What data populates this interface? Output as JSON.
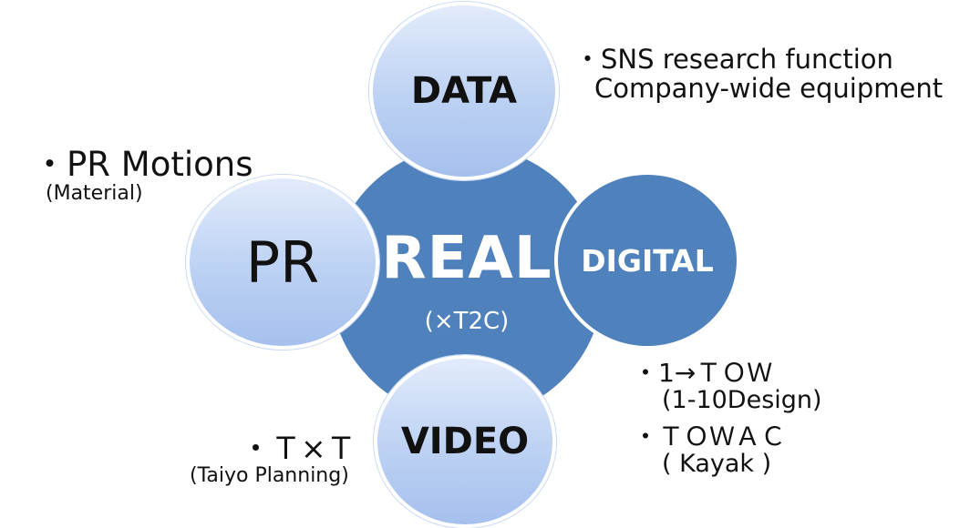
{
  "center": {
    "title": "REAL",
    "subtitle": "(×T2C)"
  },
  "nodes": {
    "data": "DATA",
    "pr": "PR",
    "digital": "DIGITAL",
    "video": "VIDEO"
  },
  "notes": {
    "data_line1": "・SNS research function",
    "data_line2": "Company-wide equipment",
    "pr_line1": "・PR Motions",
    "pr_line2": "(Material)",
    "digital_line1": "・1→ＴＯＷ",
    "digital_line2": "(1-10Design)",
    "digital_line3": "・ＴＯＷＡＣ",
    "digital_line4": "( Kayak )",
    "video_line1": "・Ｔ×Ｔ",
    "video_line2": "(Taiyo Planning)"
  },
  "colors": {
    "center_fill": "#4f81bd",
    "light_circle_top": "#e2ebfb",
    "light_circle_bottom": "#a6c0ee",
    "text": "#111111"
  }
}
